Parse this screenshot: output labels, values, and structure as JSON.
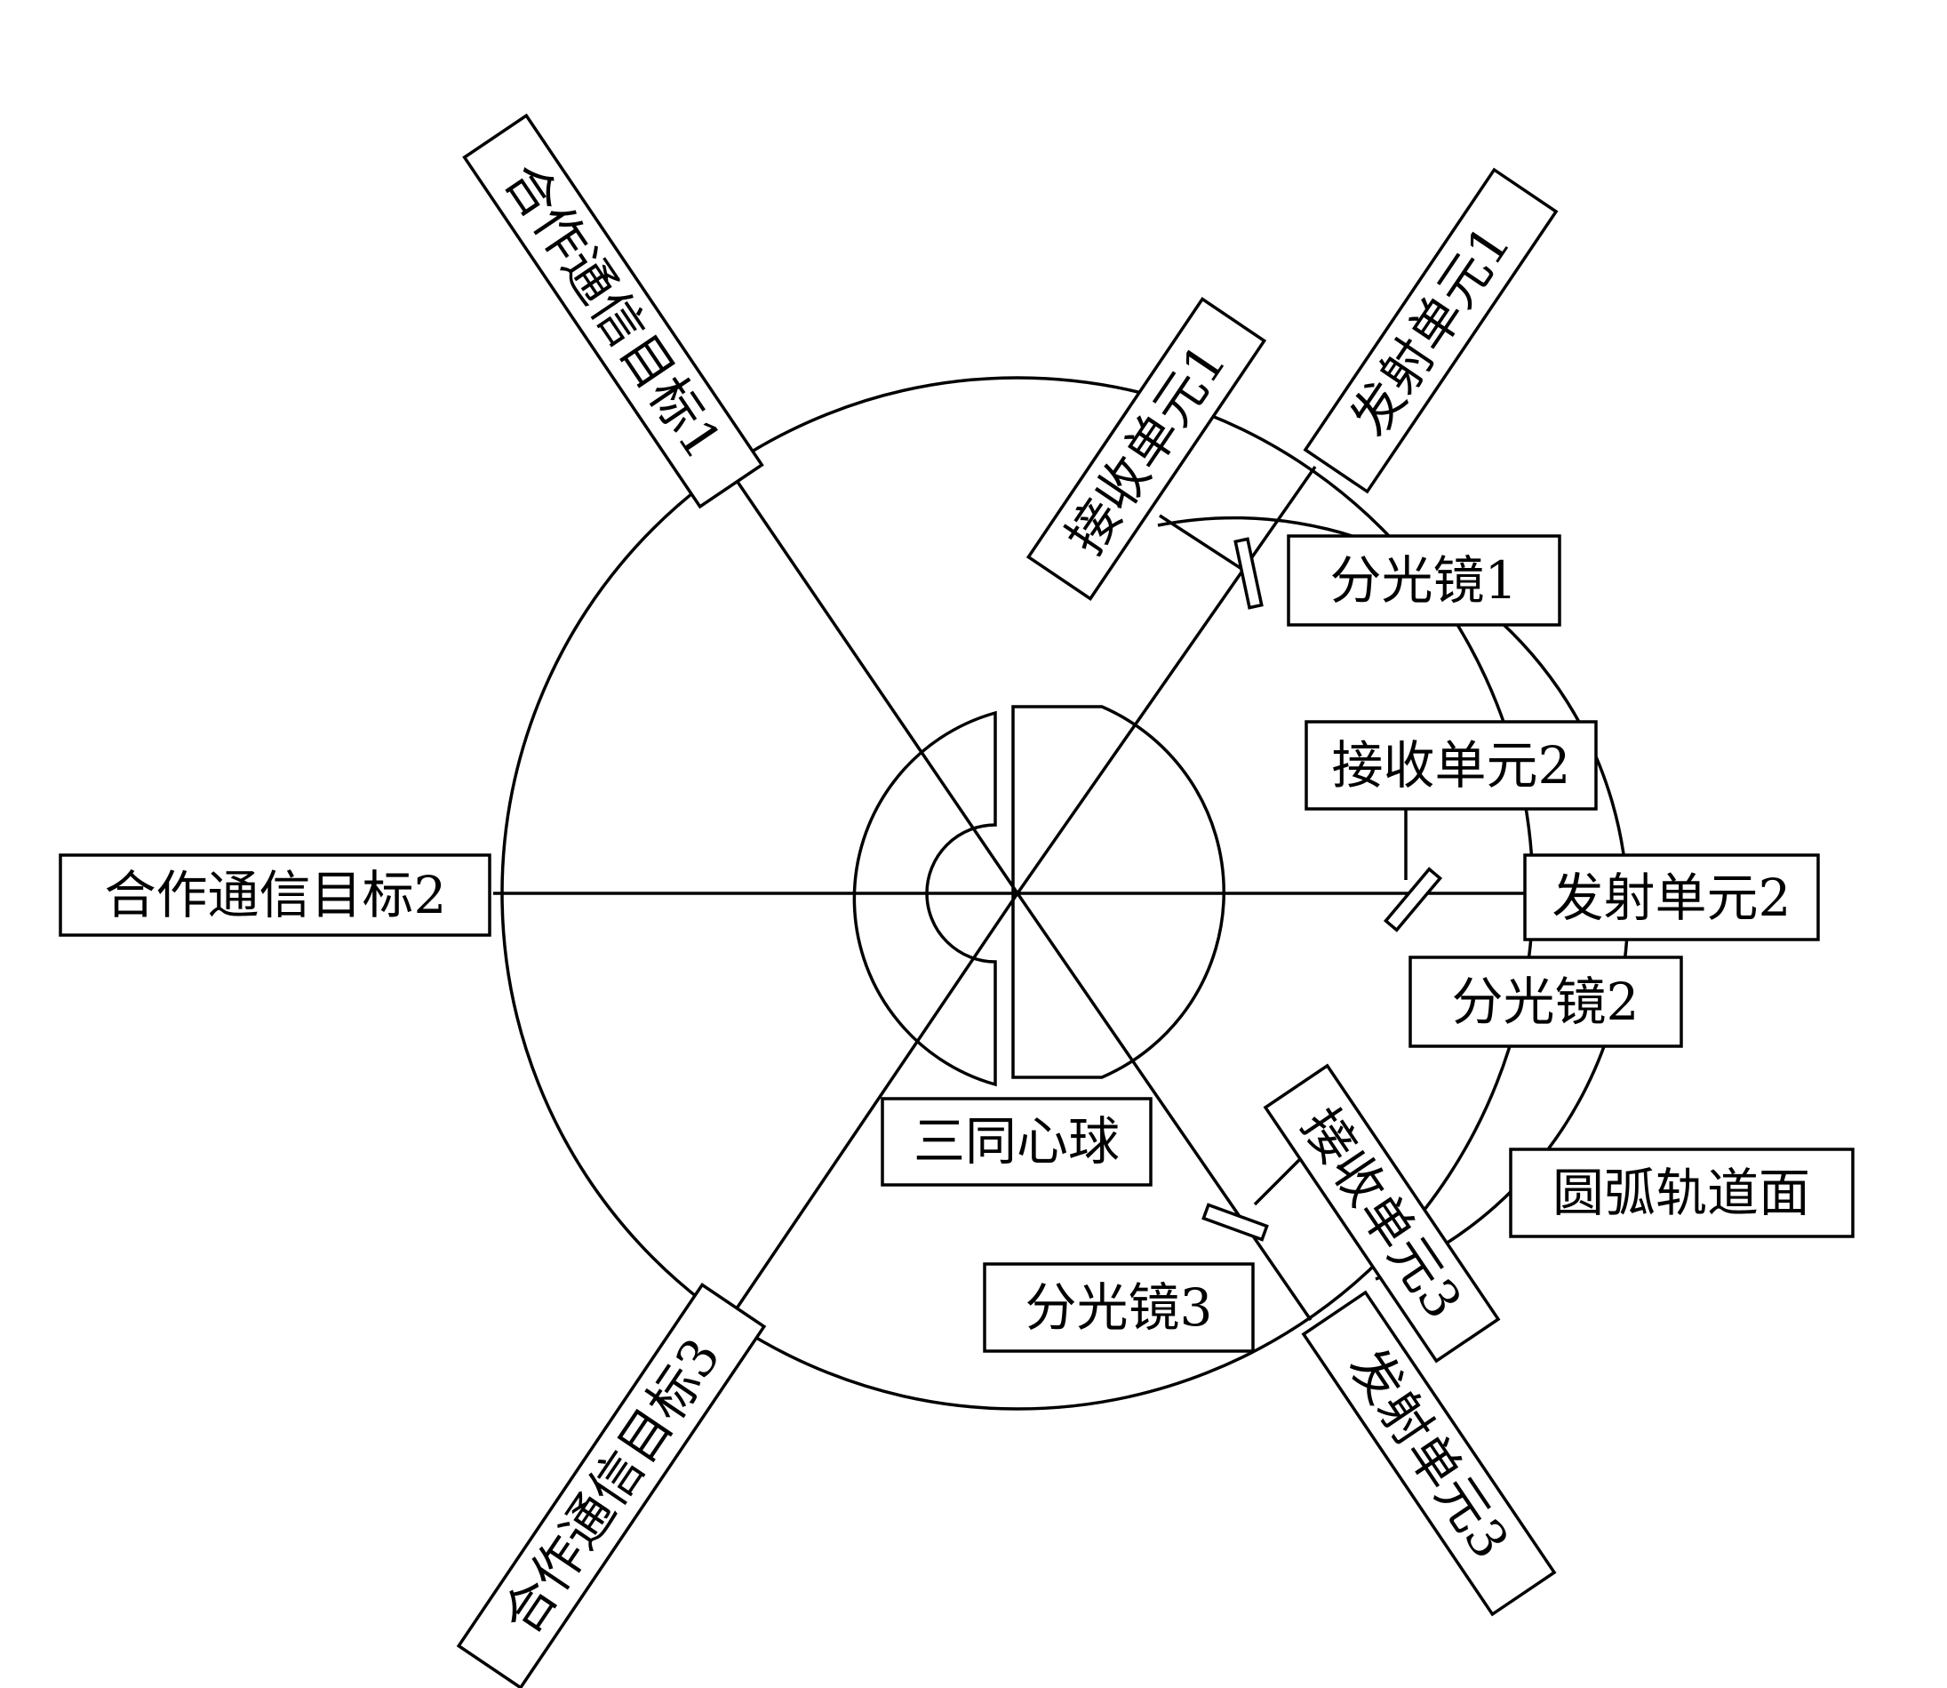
{
  "labels": {
    "target1": "合作通信目标1",
    "target2": "合作通信目标2",
    "target3": "合作通信目标3",
    "tx1": "发射单元1",
    "tx2": "发射单元2",
    "tx3": "发射单元3",
    "rx1": "接收单元1",
    "rx2": "接收单元2",
    "rx3": "接收单元3",
    "bs1": "分光镜1",
    "bs2": "分光镜2",
    "bs3": "分光镜3",
    "sphere": "三同心球",
    "track": "圆弧轨道面"
  }
}
